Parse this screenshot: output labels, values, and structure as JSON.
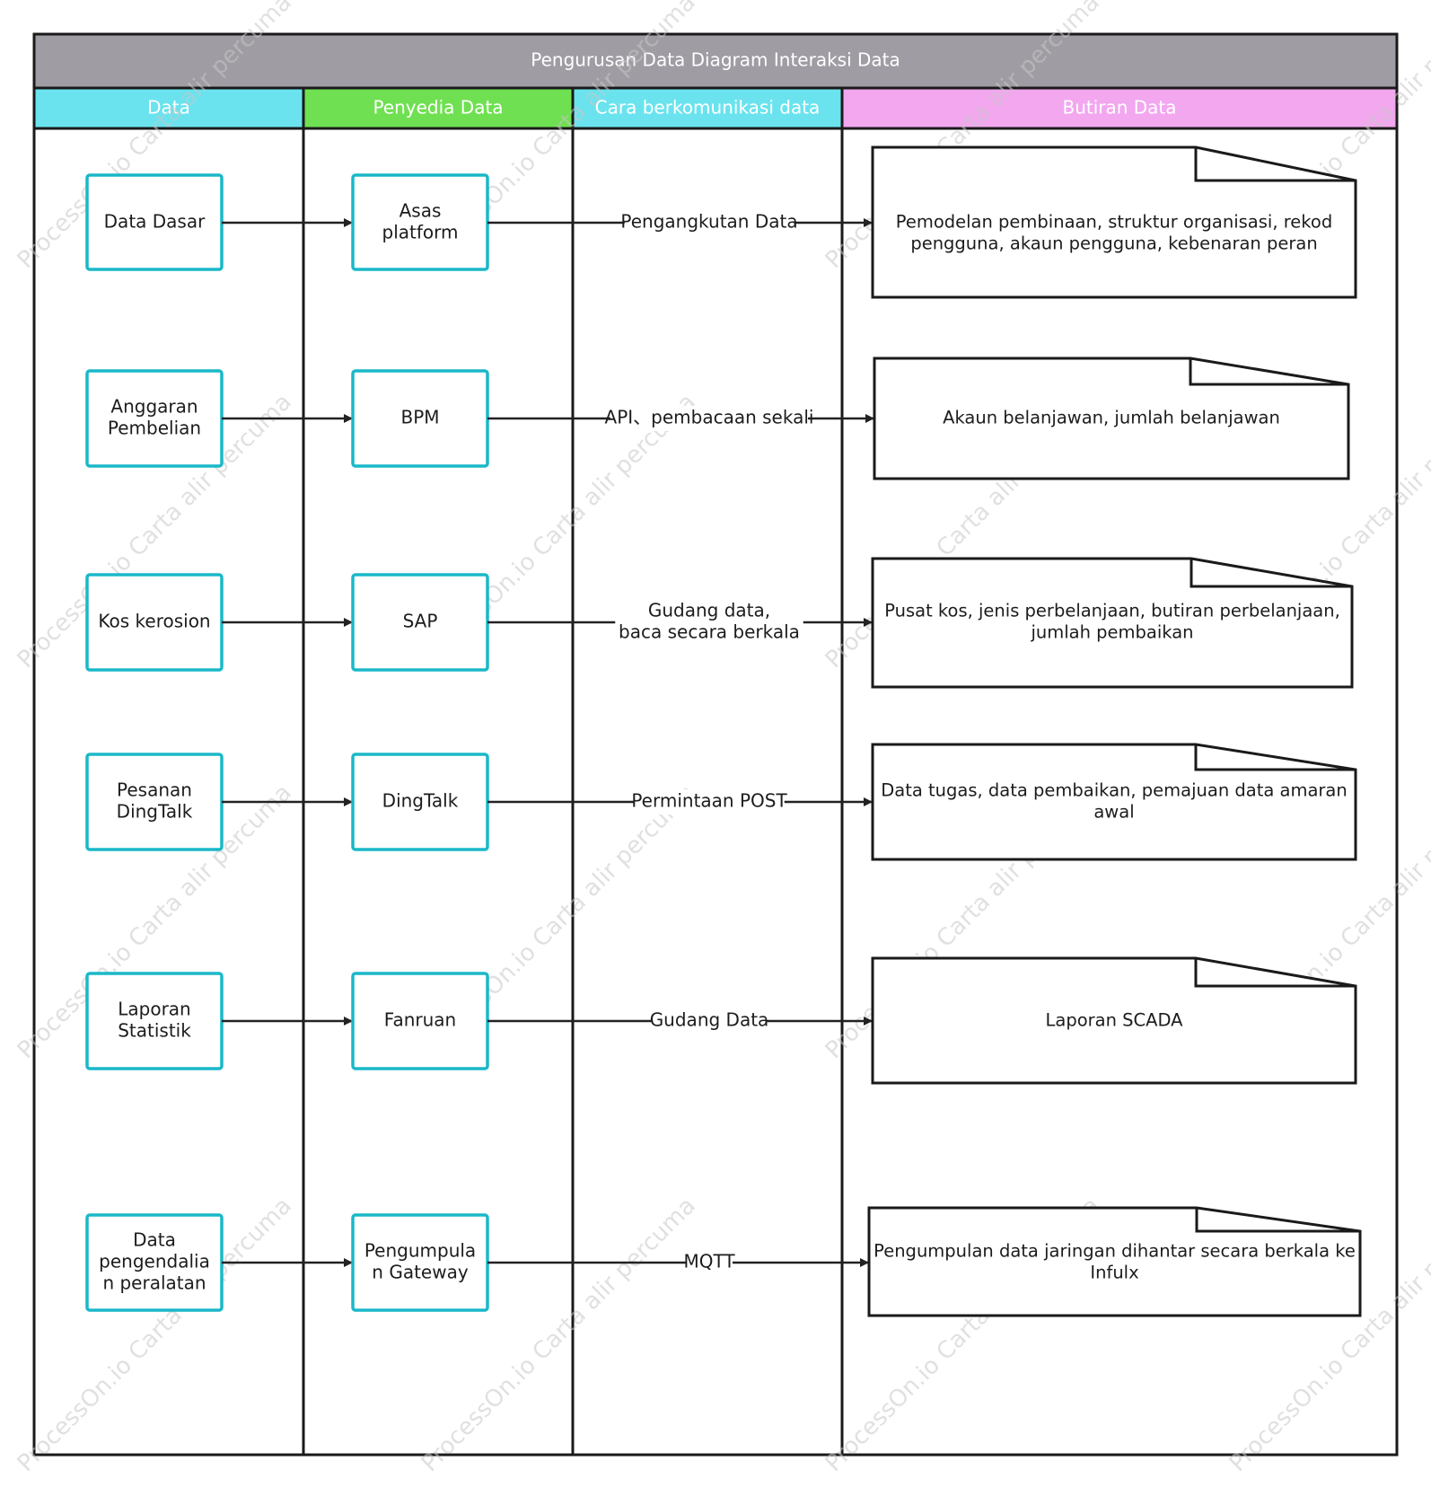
{
  "title": "Pengurusan Data Diagram Interaksi Data",
  "colors": {
    "title_bar": "#a09ca3",
    "lane_data": "#6ae3ee",
    "lane_provider": "#6fe051",
    "lane_comm": "#6ae3ee",
    "lane_detail": "#f2a7ef",
    "box_border": "#1ab8c8",
    "line": "#222222"
  },
  "lanes": [
    {
      "label": "Data"
    },
    {
      "label": "Penyedia Data"
    },
    {
      "label": "Cara berkomunikasi data"
    },
    {
      "label": "Butiran Data"
    }
  ],
  "rows": [
    {
      "data": [
        "Data Dasar"
      ],
      "provider": [
        "Asas",
        "platform"
      ],
      "method": [
        "Pengangkutan Data"
      ],
      "detail": [
        "Pemodelan pembinaan, struktur organisasi, rekod",
        "pengguna, akaun pengguna, kebenaran peran"
      ]
    },
    {
      "data": [
        "Anggaran",
        "Pembelian"
      ],
      "provider": [
        "BPM"
      ],
      "method": [
        "API、pembacaan sekali"
      ],
      "detail": [
        "Akaun belanjawan, jumlah belanjawan"
      ]
    },
    {
      "data": [
        "Kos kerosion"
      ],
      "provider": [
        "SAP"
      ],
      "method": [
        "Gudang data,",
        "baca secara berkala"
      ],
      "detail": [
        "Pusat kos, jenis perbelanjaan, butiran perbelanjaan,",
        "jumlah pembaikan"
      ]
    },
    {
      "data": [
        "Pesanan",
        "DingTalk"
      ],
      "provider": [
        "DingTalk"
      ],
      "method": [
        "Permintaan POST"
      ],
      "detail": [
        "Data tugas, data pembaikan, pemajuan data amaran",
        "awal"
      ]
    },
    {
      "data": [
        "Laporan",
        "Statistik"
      ],
      "provider": [
        "Fanruan"
      ],
      "method": [
        "Gudang Data"
      ],
      "detail": [
        "Laporan SCADA"
      ]
    },
    {
      "data": [
        "Data",
        "pengendalia",
        "n peralatan"
      ],
      "provider": [
        "Pengumpula",
        "n Gateway"
      ],
      "method": [
        "MQTT"
      ],
      "detail": [
        "Pengumpulan data jaringan dihantar secara berkala ke",
        "Infulx"
      ]
    }
  ],
  "watermark": "ProcessOn.io Carta alir percuma"
}
